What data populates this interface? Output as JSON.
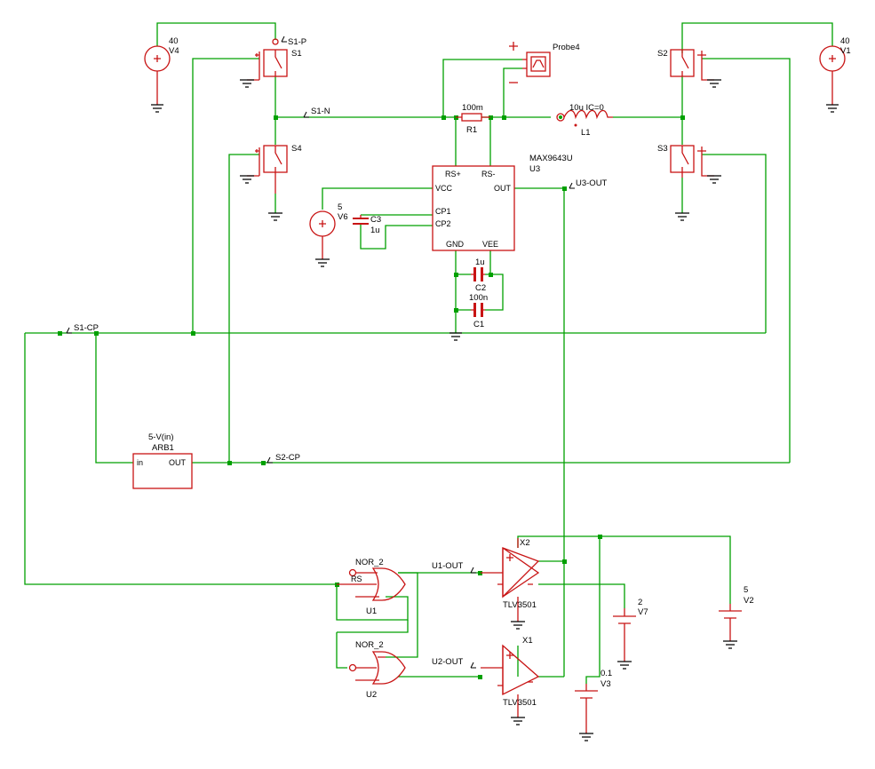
{
  "schematic": {
    "labels": {
      "v4_val": "40",
      "v4_name": "V4",
      "v1_val": "40",
      "v1_name": "V1",
      "v6_val": "5",
      "v6_name": "V6",
      "v7_val": "2",
      "v7_name": "V7",
      "v3_val": "0.1",
      "v3_name": "V3",
      "v2_val": "5",
      "v2_name": "V2",
      "s1": "S1",
      "s2": "S2",
      "s3": "S3",
      "s4": "S4",
      "r1_val": "100m",
      "r1_name": "R1",
      "l1_val": "10u IC=0",
      "l1_name": "L1",
      "c1_val": "100n",
      "c1_name": "C1",
      "c2_val": "1u",
      "c2_name": "C2",
      "c3_val": "1u",
      "c3_name": "C3",
      "u3_part": "MAX9643U",
      "u3_name": "U3",
      "pin_rsp": "RS+",
      "pin_rsm": "RS-",
      "pin_vcc": "VCC",
      "pin_cp1": "CP1",
      "pin_cp2": "CP2",
      "pin_out": "OUT",
      "pin_gnd": "GND",
      "pin_vee": "VEE",
      "arb_expr": "5-V(in)",
      "arb_name": "ARB1",
      "arb_in": "in",
      "arb_out": "OUT",
      "probe": "Probe4",
      "nor_type": "NOR_2",
      "u1": "U1",
      "u2": "U2",
      "x1": "X1",
      "x2": "X2",
      "comp_part": "TLV3501",
      "rs": "RS"
    },
    "nets": {
      "s1p": "S1-P",
      "s1n": "S1-N",
      "u3out": "U3-OUT",
      "s1cp": "S1-CP",
      "s2cp": "S2-CP",
      "u1out": "U1-OUT",
      "u2out": "U2-OUT"
    }
  }
}
